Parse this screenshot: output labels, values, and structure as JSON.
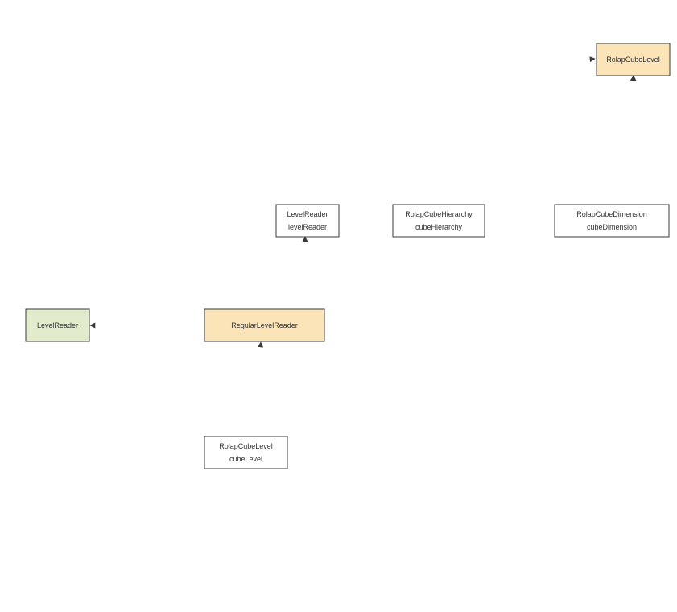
{
  "colors": {
    "class_fill": "#fbe5b8",
    "interface_fill": "#e2eccc",
    "field_fill": "#ffffff",
    "stroke": "#3a3a3a",
    "edge": "#3a3a3a"
  },
  "nodes": {
    "rolap_cube_level": {
      "label": "RolapCubeLevel"
    },
    "level_reader_field": {
      "line1": "LevelReader",
      "line2": "levelReader"
    },
    "cube_hierarchy_field": {
      "line1": "RolapCubeHierarchy",
      "line2": "cubeHierarchy"
    },
    "cube_dimension_field": {
      "line1": "RolapCubeDimension",
      "line2": "cubeDimension"
    },
    "level_reader_interface": {
      "label": "LevelReader"
    },
    "regular_level_reader": {
      "label": "RegularLevelReader"
    },
    "cube_level_field": {
      "line1": "RolapCubeLevel",
      "line2": "cubeLevel"
    }
  }
}
